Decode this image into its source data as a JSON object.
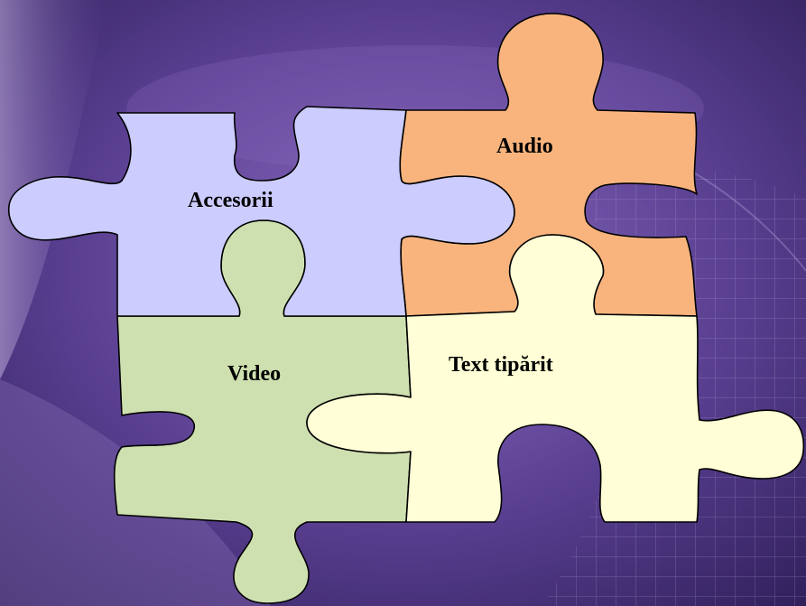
{
  "pieces": [
    {
      "id": "accesorii",
      "label": "Accesorii",
      "color": "#ccccff"
    },
    {
      "id": "audio",
      "label": "Audio",
      "color": "#f9b47e"
    },
    {
      "id": "video",
      "label": "Video",
      "color": "#cfe0b0"
    },
    {
      "id": "text",
      "label": "Text tipărit",
      "color": "#fffed6"
    }
  ],
  "background": {
    "base_color": "#3e2c6e",
    "accent_color": "#7a5aa6"
  }
}
